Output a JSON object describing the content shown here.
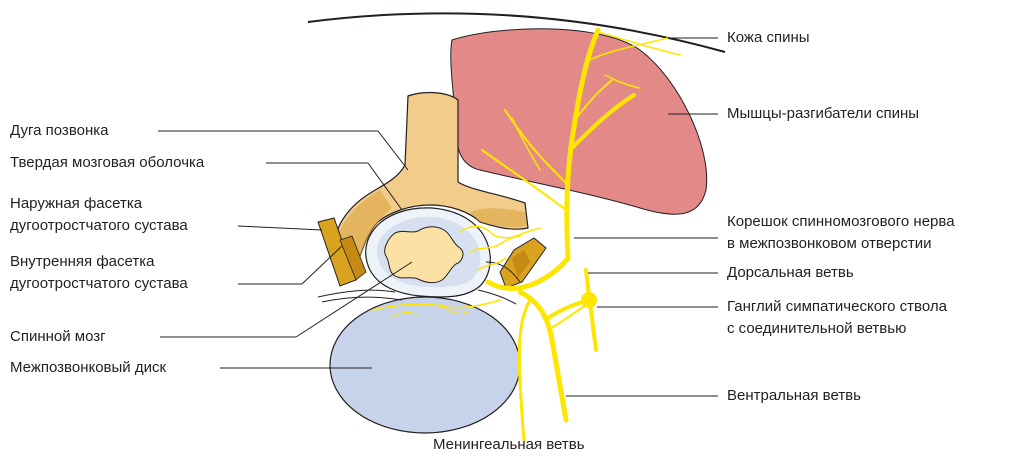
{
  "labels": {
    "skin": "Кожа спины",
    "muscles": "Мышцы-разгибатели спины",
    "arch": "Дуга позвонка",
    "dura": "Твердая мозговая оболочка",
    "outer_facet_1": "Наружная фасетка",
    "outer_facet_2": "дугоотростчатого сустава",
    "inner_facet_1": "Внутренняя фасетка",
    "inner_facet_2": "дугоотростчатого сустава",
    "root_1": "Корешок спинномозгового нерва",
    "root_2": "в межпозвонковом отверстии",
    "dorsal": "Дорсальная ветвь",
    "ganglion_1": "Ганглий симпатического ствола",
    "ganglion_2": "с соединительной ветвью",
    "spinal_cord": "Спинной мозг",
    "disc": "Межпозвонковый диск",
    "ventral": "Вентральная ветвь",
    "meningeal": "Менингеальная ветвь"
  },
  "colors": {
    "skin_line": "#231f20",
    "muscle": "#e38a89",
    "vertebral_arch": "#f2cc8b",
    "arch_dark": "#d9a23c",
    "facet": "#d9a320",
    "dura_fill": "#eef3fa",
    "subarachnoid": "#c6d3ea",
    "spinal_cord": "#fbe1a3",
    "disc": "#c6d3ea",
    "nerve": "#ffe600",
    "text": "#231f20"
  }
}
